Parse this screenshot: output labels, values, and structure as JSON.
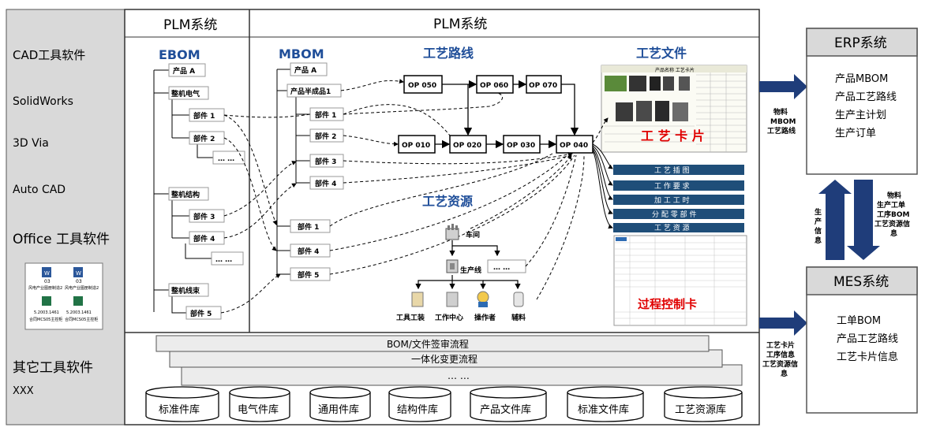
{
  "left_panel": {
    "cad_title": "CAD工具软件",
    "items": [
      "SolidWorks",
      "3D Via",
      "Auto CAD"
    ],
    "office_title": "Office 工具软件",
    "office_files": [
      {
        "name": "03",
        "desc": "风电产业图册制造2",
        "code": "5.2003.1461",
        "sub": "合同MCS05主控柜"
      },
      {
        "name": "03",
        "desc": "风电产业图册制造2",
        "code": "5.2003.1461",
        "sub": "合同MCS05主控柜"
      }
    ],
    "other_title": "其它工具软件",
    "other_sub": "XXX"
  },
  "plm": {
    "left_title": "PLM系统",
    "main_title": "PLM系统",
    "ebom": {
      "title": "EBOM",
      "root": "产品 A",
      "groups": [
        {
          "name": "整机电气",
          "children": [
            "部件 1",
            "部件 2"
          ]
        },
        {
          "name": "整机结构",
          "children": [
            "部件 3",
            "部件 4"
          ]
        },
        {
          "name": "整机线束",
          "children": [
            "部件 5"
          ]
        }
      ],
      "ellipsis": [
        "… …",
        "… …"
      ]
    },
    "mbom": {
      "title": "MBOM",
      "root": "产品 A",
      "semi": "产品半成品1",
      "semi_children": [
        "部件 1",
        "部件 2",
        "部件 3",
        "部件 4"
      ],
      "other_children": [
        "部件 1",
        "部件 4",
        "部件 5"
      ]
    },
    "routing": {
      "title": "工艺路线",
      "ops": [
        "OP 050",
        "OP 060",
        "OP 070",
        "OP 010",
        "OP 020",
        "OP 030",
        "OP 040"
      ]
    },
    "resources": {
      "title": "工艺资源",
      "workshop": "车间",
      "line": "生产线",
      "ellipsis": "… …",
      "items": [
        "工具工装",
        "工作中心",
        "操作者",
        "辅料"
      ]
    },
    "docs": {
      "title": "工艺文件",
      "card_label": "工 艺 卡 片",
      "card_header": "产品名称 工艺卡片",
      "bars": [
        "工 艺 插 图",
        "工 作 要 求",
        "加 工 工 时",
        "分 配 零 部 件",
        "工 艺 资 源"
      ],
      "control_label": "过程控制卡"
    },
    "flows": [
      "BOM/文件签审流程",
      "一体化变更流程",
      "… …"
    ],
    "libraries": [
      "标准件库",
      "电气件库",
      "通用件库",
      "结构件库",
      "产品文件库",
      "标准文件库",
      "工艺资源库"
    ]
  },
  "to_erp_label": [
    "物料",
    "MBOM",
    "工艺路线"
  ],
  "to_mes_label": [
    "工艺卡片",
    "工序信息",
    "工艺资源信",
    "息"
  ],
  "erp": {
    "title": "ERP系统",
    "items": [
      "产品MBOM",
      "产品工艺路线",
      "生产主计划",
      "生产订单"
    ]
  },
  "mes": {
    "title": "MES系统",
    "items": [
      "工单BOM",
      "产品工艺路线",
      "工艺卡片信息"
    ]
  },
  "erp_mes": {
    "up_label": [
      "生",
      "产",
      "信",
      "息"
    ],
    "down_label": [
      "物料",
      "生产工单",
      "工序BOM",
      "工艺资源信",
      "息"
    ]
  },
  "colors": {
    "panel_gray": "#d9d9d9",
    "accent_blue": "#1f4e99",
    "bar_blue": "#1f4e79",
    "red": "#e00000"
  }
}
